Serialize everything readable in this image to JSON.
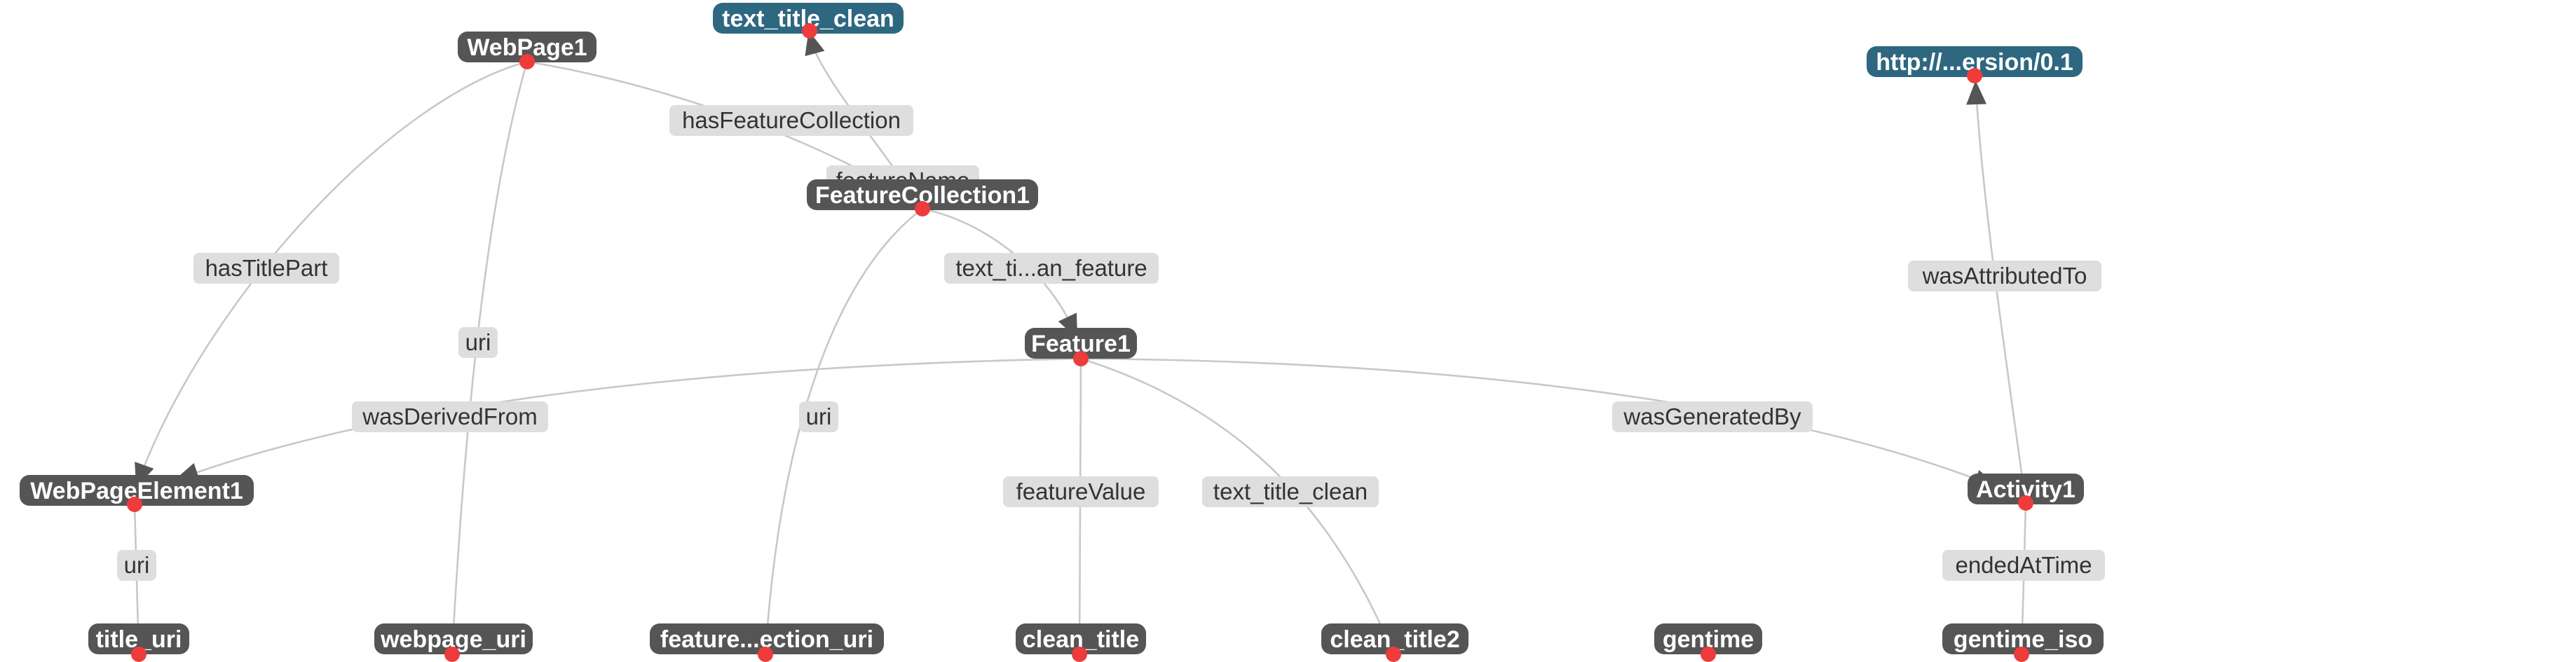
{
  "colors": {
    "class_node": "#555555",
    "literal_node": "#2e6780",
    "edge": "#c8c8c8",
    "edge_label_bg": "#dedede",
    "anchor": "#ee3b3b"
  },
  "nodes": [
    {
      "id": "webpage1",
      "label": "WebPage1",
      "kind": "class"
    },
    {
      "id": "text_title_clean_lit",
      "label": "text_title_clean",
      "kind": "literal"
    },
    {
      "id": "version_uri",
      "label": "http://...ersion/0.1",
      "kind": "literal"
    },
    {
      "id": "featurecollection1",
      "label": "FeatureCollection1",
      "kind": "class"
    },
    {
      "id": "feature1",
      "label": "Feature1",
      "kind": "class"
    },
    {
      "id": "webpageelement1",
      "label": "WebPageElement1",
      "kind": "class"
    },
    {
      "id": "activity1",
      "label": "Activity1",
      "kind": "class"
    },
    {
      "id": "title_uri",
      "label": "title_uri",
      "kind": "class"
    },
    {
      "id": "webpage_uri",
      "label": "webpage_uri",
      "kind": "class"
    },
    {
      "id": "featurecollection_uri",
      "label": "feature...ection_uri",
      "kind": "class"
    },
    {
      "id": "clean_title",
      "label": "clean_title",
      "kind": "class"
    },
    {
      "id": "clean_title2",
      "label": "clean_title2",
      "kind": "class"
    },
    {
      "id": "gentime",
      "label": "gentime",
      "kind": "class"
    },
    {
      "id": "gentime_iso",
      "label": "gentime_iso",
      "kind": "class"
    }
  ],
  "edges": [
    {
      "id": "e1",
      "label": "hasFeatureCollection",
      "from": "webpage1",
      "to": "featurecollection1"
    },
    {
      "id": "e2",
      "label": "hasTitlePart",
      "from": "webpage1",
      "to": "webpageelement1"
    },
    {
      "id": "e3",
      "label": "uri",
      "from": "webpage1",
      "to": "webpage_uri"
    },
    {
      "id": "e4",
      "label": "featureName",
      "from": "featurecollection1",
      "to": "text_title_clean_lit"
    },
    {
      "id": "e5",
      "label": "text_ti...an_feature",
      "from": "featurecollection1",
      "to": "feature1"
    },
    {
      "id": "e6",
      "label": "uri",
      "from": "featurecollection1",
      "to": "featurecollection_uri"
    },
    {
      "id": "e7",
      "label": "wasDerivedFrom",
      "from": "feature1",
      "to": "webpageelement1"
    },
    {
      "id": "e8",
      "label": "wasGeneratedBy",
      "from": "feature1",
      "to": "activity1"
    },
    {
      "id": "e9",
      "label": "featureValue",
      "from": "feature1",
      "to": "clean_title"
    },
    {
      "id": "e10",
      "label": "text_title_clean",
      "from": "feature1",
      "to": "clean_title2"
    },
    {
      "id": "e11",
      "label": "wasAttributedTo",
      "from": "activity1",
      "to": "version_uri"
    },
    {
      "id": "e12",
      "label": "endedAtTime",
      "from": "activity1",
      "to": "gentime_iso"
    },
    {
      "id": "e13",
      "label": "uri",
      "from": "webpageelement1",
      "to": "title_uri"
    }
  ]
}
